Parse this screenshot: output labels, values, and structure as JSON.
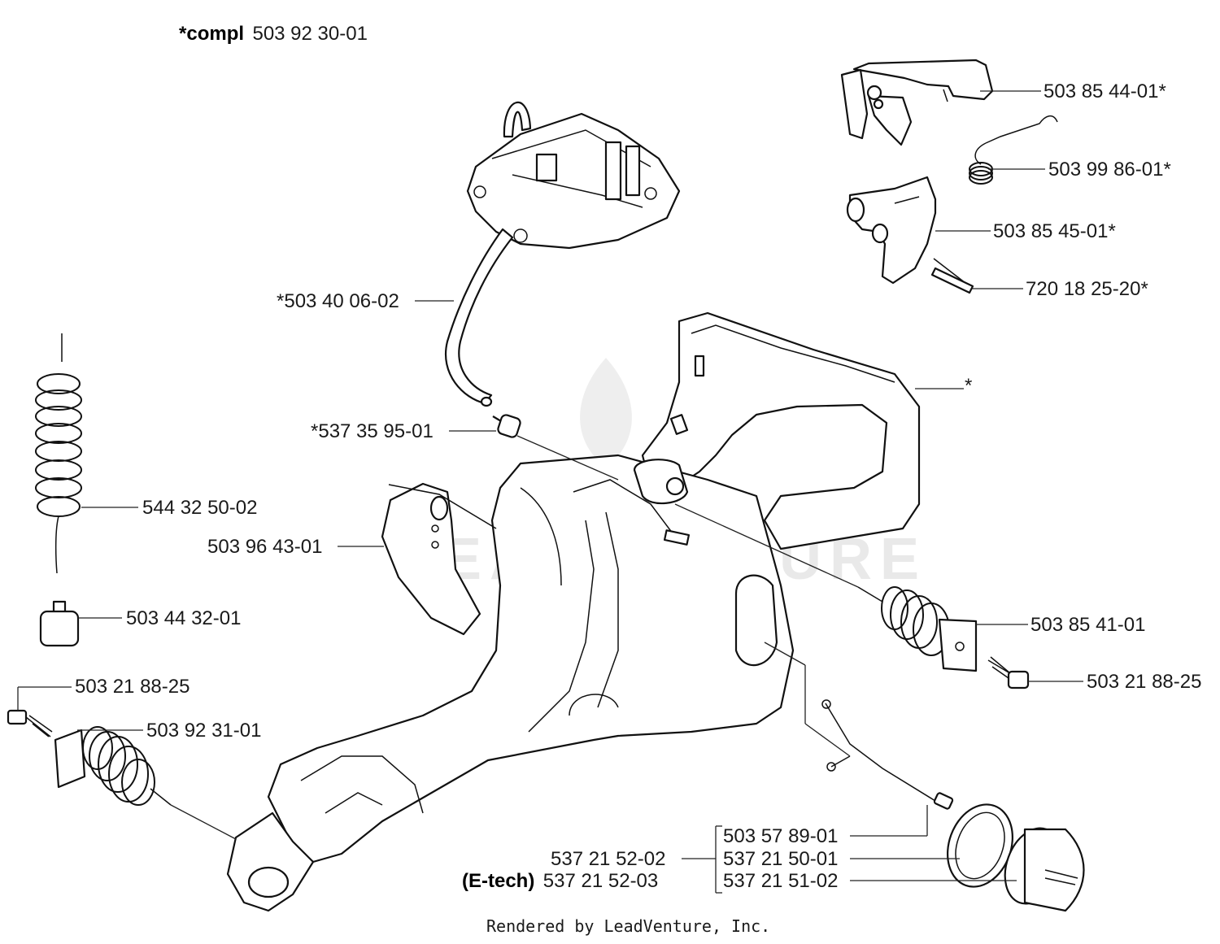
{
  "header": {
    "compl_prefix": "*compl",
    "compl_number": "503 92 30-01"
  },
  "labels": {
    "handle_insert": "503 85 44-01*",
    "spring_small": "503 99 86-01*",
    "throttle_trigger": "503 85 45-01*",
    "pin": "720 18 25-20*",
    "fuel_hose": "*503 40 06-02",
    "tank_asterisk": "*",
    "grommet": "*537 35 95-01",
    "fuel_pickup_hose": "544 32 50-02",
    "bracket": "503 96 43-01",
    "fuel_filter": "503 44 32-01",
    "screw_left": "503 21 88-25",
    "av_element_left": "503 92 31-01",
    "av_element_right": "503 85 41-01",
    "screw_right": "503 21 88-25",
    "cap_retainer": "503 57 89-01",
    "cap_seal": "537 21 50-01",
    "cap": "537 21 51-02",
    "cap_assembly": "537 21 52-02",
    "etech_prefix": "(E-tech)",
    "etech_number": "537 21 52-03"
  },
  "footer": {
    "rendered_by": "Rendered by LeadVenture, Inc."
  },
  "watermark": {
    "text": "LEADVENTURE"
  }
}
